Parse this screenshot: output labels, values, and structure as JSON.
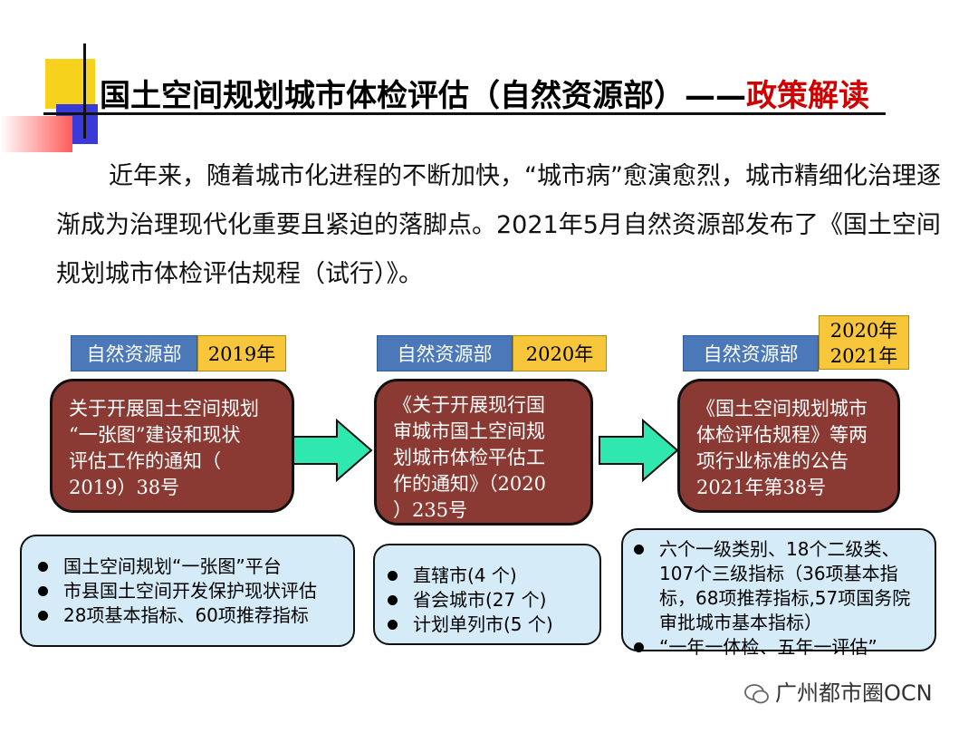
{
  "title": {
    "main": "国土空间规划城市体检评估（自然资源部）——",
    "sub": "政策解读"
  },
  "intro": "近年来，随着城市化进程的不断加快，“城市病”愈演愈烈，城市精细化治理逐渐成为治理现代化重要且紧迫的落脚点。2021年5月自然资源部发布了《国土空间规划城市体检评估规程（试行）》。",
  "stages": [
    {
      "org": "自然资源部",
      "year": "2019年",
      "doc": "关于开展国土空间规划\n“一张图”建设和现状\n评估工作的通知（\n2019）38号",
      "bullets": [
        "国土空间规划“一张图”平台",
        "市县国土空间开发保护现状评估",
        "28项基本指标、60项推荐指标"
      ]
    },
    {
      "org": "自然资源部",
      "year": "2020年",
      "doc": "《关于开展现行国\n审城市国土空间规\n划城市体检平估工\n作的通知》（2020\n）235号",
      "bullets": [
        "直辖市(4 个)",
        "省会城市(27 个)",
        "计划单列市(5 个)"
      ]
    },
    {
      "org": "自然资源部",
      "year": "2020年",
      "year2": "2021年",
      "doc": "《国土空间规划城市\n体检评估规程》等两\n项行业标准的公告\n2021年第38号",
      "bullets": [
        "六个一级类别、18个二级类、107个三级指标（36项基本指标，68项推荐指标,57项国务院审批城市基本指标）",
        "“一年一体检、五年一评估”"
      ]
    }
  ],
  "credit": "广州都市圈OCN",
  "colors": {
    "docFill": "#8b3a33",
    "listFill": "#d5ecf8",
    "orgFill": "#4a78b8",
    "yearFill": "#f7c63a",
    "arrow": "#2ee8b0",
    "accent": "#d00000"
  }
}
